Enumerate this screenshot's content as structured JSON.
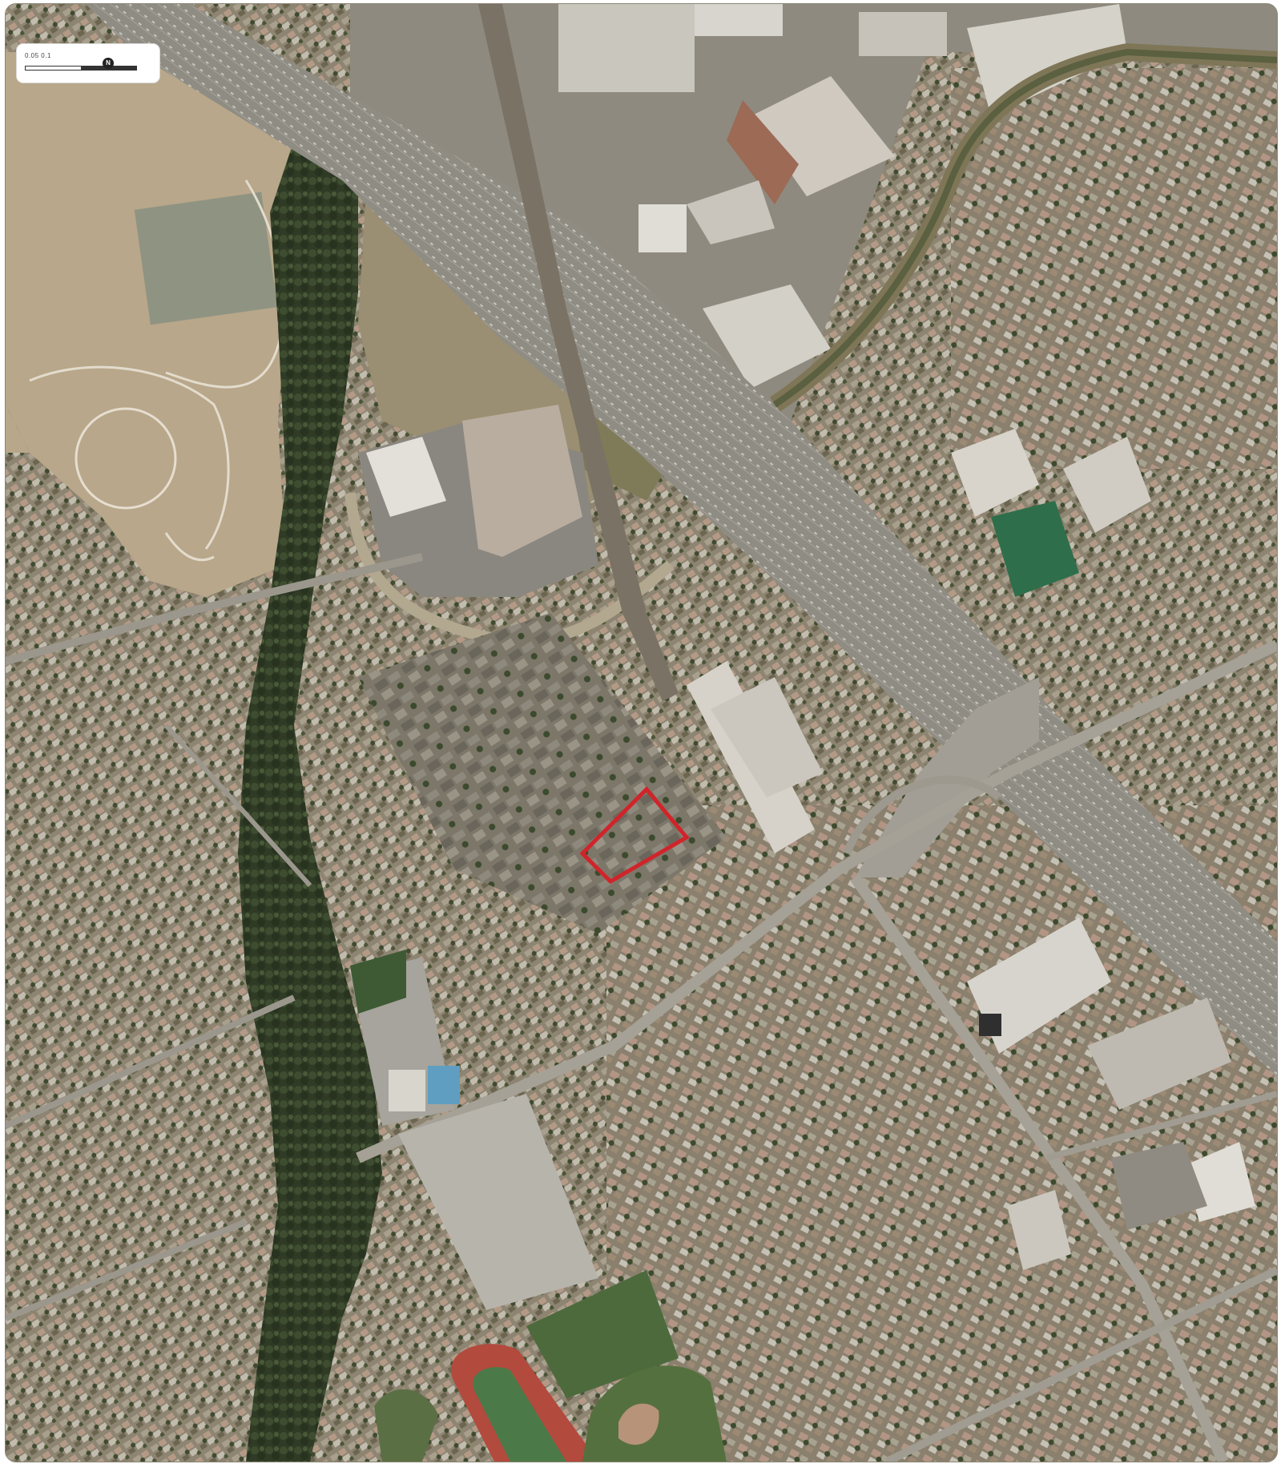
{
  "map": {
    "type": "aerial-imagery",
    "scale_bar": {
      "label": "0.05 0.1",
      "north_arrow": "N"
    },
    "highlight": {
      "shape": "parcel-outline",
      "color": "#d1242a"
    },
    "colors": {
      "vegetation": "#33402a",
      "freeway": "#8e8b82",
      "bare_ground": "#b8a88c",
      "residential": "#8a7f6e",
      "rooftop_light": "#d6d3cc",
      "sports_field": "#3c7a4a",
      "track": "#b24a3e"
    }
  }
}
